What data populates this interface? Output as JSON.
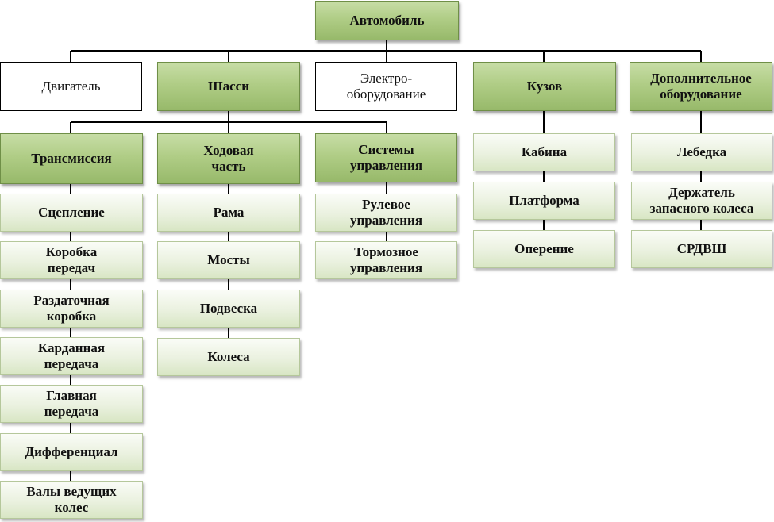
{
  "root": "Автомобиль",
  "groups": {
    "engine": "Двигатель",
    "chassis": "Шасси",
    "electrical": "Электро-\nоборудование",
    "body": "Кузов",
    "extra": "Дополнительное\nоборудование"
  },
  "chassis_subgroups": {
    "transmission": "Трансмиссия",
    "running_gear": "Ходовая\nчасть",
    "control_systems": "Системы\nуправления"
  },
  "transmission_items": [
    "Сцепление",
    "Коробка\nпередач",
    "Раздаточная\nкоробка",
    "Карданная\nпередача",
    "Главная\nпередача",
    "Дифференциал",
    "Валы ведущих\nколес"
  ],
  "running_gear_items": [
    "Рама",
    "Мосты",
    "Подвеска",
    "Колеса"
  ],
  "control_items": [
    "Рулевое\nуправления",
    "Тормозное\nуправления"
  ],
  "body_items": [
    "Кабина",
    "Платформа",
    "Оперение"
  ],
  "extra_items": [
    "Лебедка",
    "Держатель\nзапасного колеса",
    "СРДВШ"
  ]
}
